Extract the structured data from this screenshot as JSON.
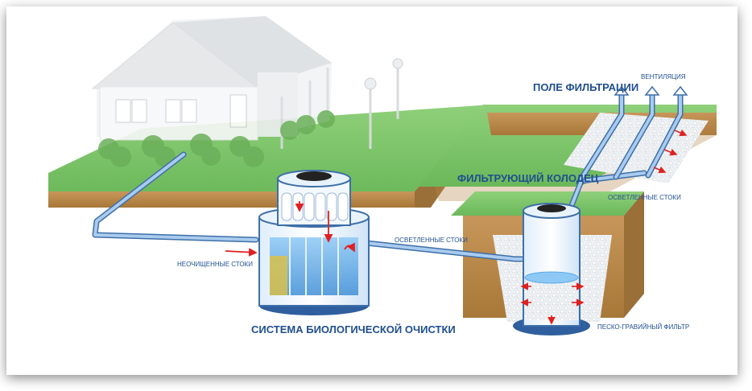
{
  "labels": {
    "filtration_field": "ПОЛЕ ФИЛЬТРАЦИИ",
    "ventilation": "ВЕНТИЛЯЦИЯ",
    "filter_well": "ФИЛЬТРУЮЩИЙ КОЛОДЕЦ",
    "clarified_drains_1": "ОСВЕТЛЕННЫЕ СТОКИ",
    "clarified_drains_2": "ОСВЕТЛЕННЫЕ СТОКИ",
    "untreated_drains": "НЕОЧИЩЕННЫЕ СТОКИ",
    "bio_system": "СИСТЕМА БИОЛОГИЧЕСКОЙ ОЧИСТКИ",
    "sand_gravel_filter": "ПЕСКО-ГРАВИЙНЫЙ ФИЛЬТР"
  },
  "colors": {
    "grass": "#7cc36a",
    "grass_dark": "#5aa048",
    "soil": "#b8884a",
    "soil_dark": "#9a6f38",
    "pipe": "#8fb7e0",
    "pipe_edge": "#3e6fa8",
    "water": "#5aa7e6",
    "arrow": "#e02020",
    "label": "#1f4f8f"
  }
}
